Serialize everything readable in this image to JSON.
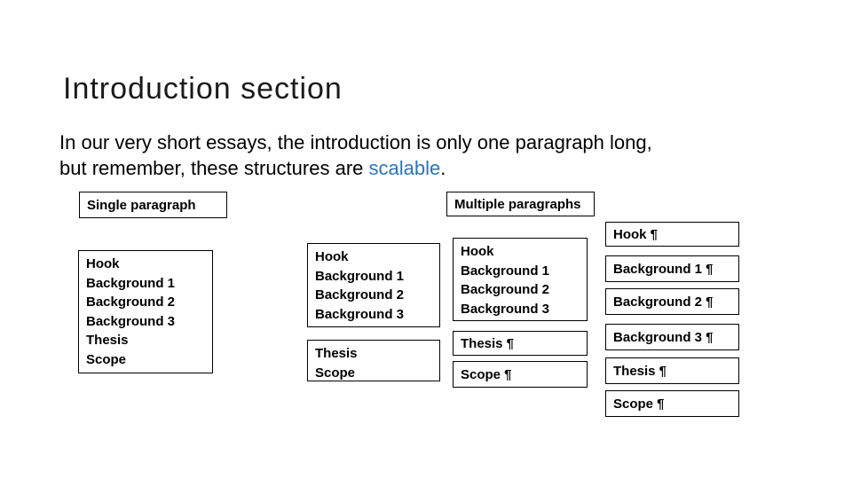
{
  "slide": {
    "title": "Introduction section",
    "accent_color": "#2E75B6",
    "body": {
      "line1": "In our very short essays, the introduction is only one paragraph long,",
      "line2_prefix": "but remember, these structures are ",
      "line2_highlight": "scalable",
      "line2_suffix": "."
    },
    "diagram": {
      "single_label": "Single paragraph",
      "multiple_label": "Multiple paragraphs",
      "col1": {
        "box1": [
          "Hook",
          "Background 1",
          "Background 2",
          "Background 3",
          "Thesis",
          "Scope"
        ]
      },
      "col2": {
        "box1": [
          "Hook",
          "Background 1",
          "Background 2",
          "Background 3"
        ],
        "box2": [
          "Thesis",
          "Scope"
        ]
      },
      "col3": {
        "box1": [
          "Hook",
          "Background 1",
          "Background 2",
          "Background 3"
        ],
        "box2": "Thesis ¶",
        "box3": "Scope ¶"
      },
      "col4": {
        "boxes": [
          "Hook ¶",
          "Background 1 ¶",
          "Background 2 ¶",
          "Background 3 ¶",
          "Thesis ¶",
          "Scope ¶"
        ]
      }
    }
  }
}
